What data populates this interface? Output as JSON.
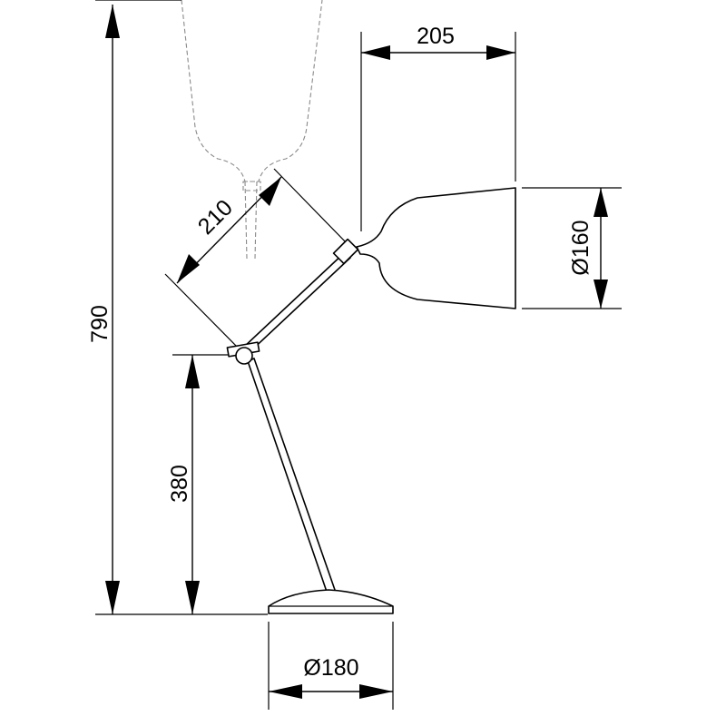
{
  "dimensions": {
    "shade_reach": "205",
    "arm_length": "210",
    "shade_diameter": "Ø160",
    "total_height": "790",
    "joint_height": "380",
    "base_diameter": "Ø180"
  },
  "colors": {
    "line": "#000000",
    "ghost_line": "#8a8a8a",
    "background": "#ffffff"
  }
}
